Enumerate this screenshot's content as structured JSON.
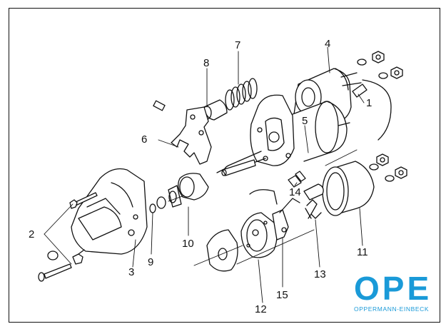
{
  "callouts": {
    "c1": "1",
    "c2": "2",
    "c3": "3",
    "c4": "4",
    "c5": "5",
    "c6": "6",
    "c7": "7",
    "c8": "8",
    "c9": "9",
    "c10": "10",
    "c11": "11",
    "c12": "12",
    "c13": "13",
    "c14": "14",
    "c15": "15"
  },
  "logo": {
    "wordmark": "OPE",
    "tagline": "OPPERMANN-EINBECK",
    "color": "#1a9ad8"
  },
  "colors": {
    "line": "#111111",
    "background": "#ffffff"
  }
}
